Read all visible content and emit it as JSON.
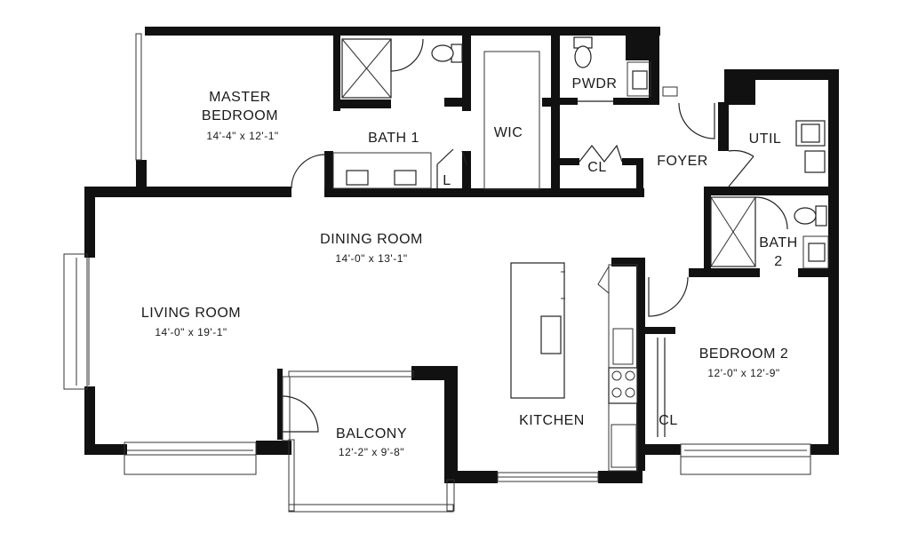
{
  "rooms": {
    "master_bedroom": {
      "name_line1": "MASTER",
      "name_line2": "BEDROOM",
      "dims": "14'-4\" x 12'-1\""
    },
    "bath1": {
      "name": "BATH 1"
    },
    "wic": {
      "name": "WIC"
    },
    "linen": {
      "name": "L"
    },
    "pwdr": {
      "name": "PWDR"
    },
    "closet_foyer": {
      "name": "CL"
    },
    "foyer": {
      "name": "FOYER"
    },
    "util": {
      "name": "UTIL"
    },
    "bath2": {
      "name_line1": "BATH",
      "name_line2": "2"
    },
    "dining_room": {
      "name": "DINING ROOM",
      "dims": "14'-0\" x 13'-1\""
    },
    "living_room": {
      "name": "LIVING ROOM",
      "dims": "14'-0\" x 19'-1\""
    },
    "kitchen": {
      "name": "KITCHEN"
    },
    "balcony": {
      "name": "BALCONY",
      "dims": "12'-2\" x 9'-8\""
    },
    "bedroom2": {
      "name": "BEDROOM 2",
      "dims": "12'-0\" x 12'-9\""
    },
    "closet_bed2": {
      "name": "CL"
    }
  },
  "icons": {
    "door": "door-swing-icon",
    "toilet": "toilet-icon",
    "shower": "shower-icon",
    "sink": "sink-icon",
    "cooktop": "cooktop-icon",
    "window": "window-icon"
  }
}
